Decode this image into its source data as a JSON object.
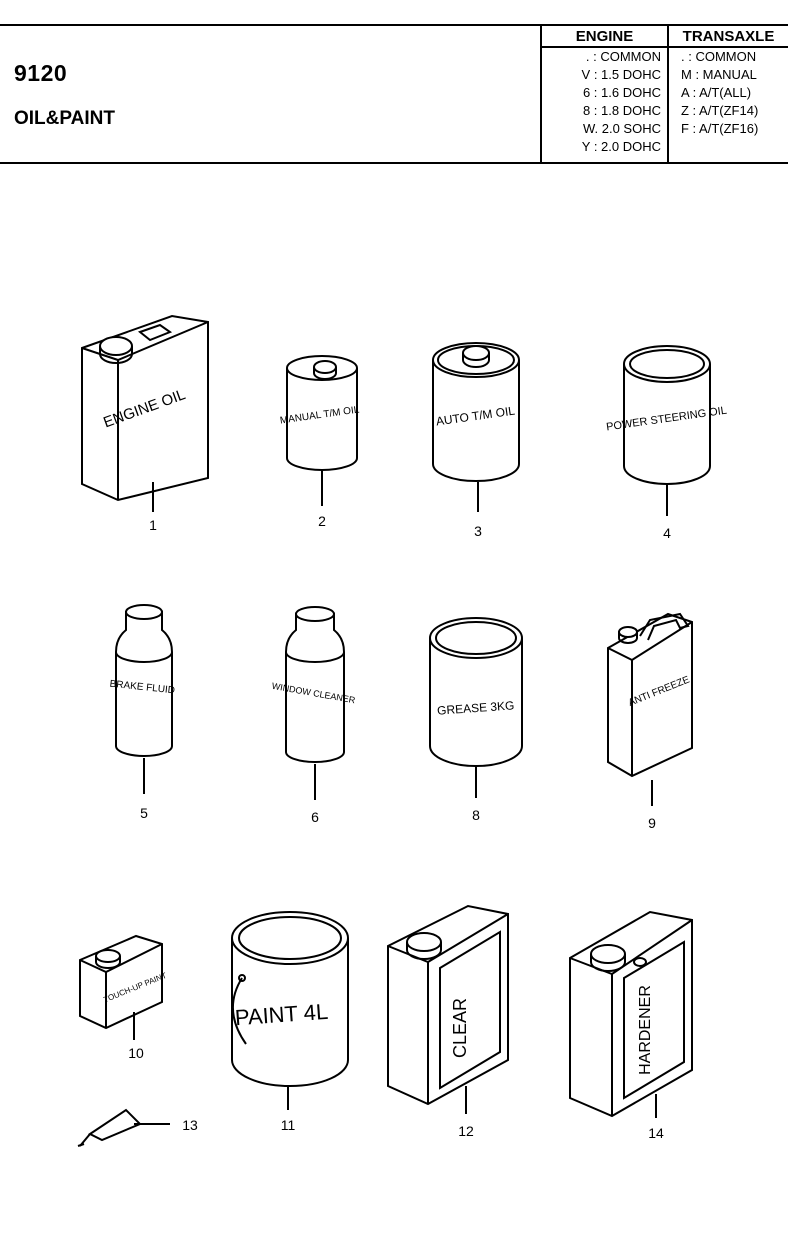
{
  "header": {
    "code": "9120",
    "title": "OIL&PAINT"
  },
  "engine": {
    "heading": "ENGINE",
    "rows": [
      ". : COMMON",
      "V : 1.5 DOHC",
      "6 : 1.6 DOHC",
      "8 : 1.8 DOHC",
      "W. 2.0 SOHC",
      "Y : 2.0 DOHC"
    ]
  },
  "transaxle": {
    "heading": "TRANSAXLE",
    "rows": [
      ". : COMMON",
      "M : MANUAL",
      "A : A/T(ALL)",
      "Z : A/T(ZF14)",
      "F : A/T(ZF16)"
    ]
  },
  "parts": [
    {
      "number": "1",
      "label": "ENGINE OIL"
    },
    {
      "number": "2",
      "label": "MANUAL T/M OIL"
    },
    {
      "number": "3",
      "label": "AUTO T/M OIL"
    },
    {
      "number": "4",
      "label": "POWER STEERING OIL"
    },
    {
      "number": "5",
      "label": "BRAKE FLUID"
    },
    {
      "number": "6",
      "label": "WINDOW CLEANER"
    },
    {
      "number": "8",
      "label": "GREASE 3KG"
    },
    {
      "number": "9",
      "label": "ANTI FREEZE"
    },
    {
      "number": "10",
      "label": "TOUCH-UP PAINT"
    },
    {
      "number": "11",
      "label": "PAINT 4L"
    },
    {
      "number": "12",
      "label": "CLEAR"
    },
    {
      "number": "14",
      "label": "HARDENER"
    },
    {
      "number": "13",
      "label": ""
    }
  ]
}
